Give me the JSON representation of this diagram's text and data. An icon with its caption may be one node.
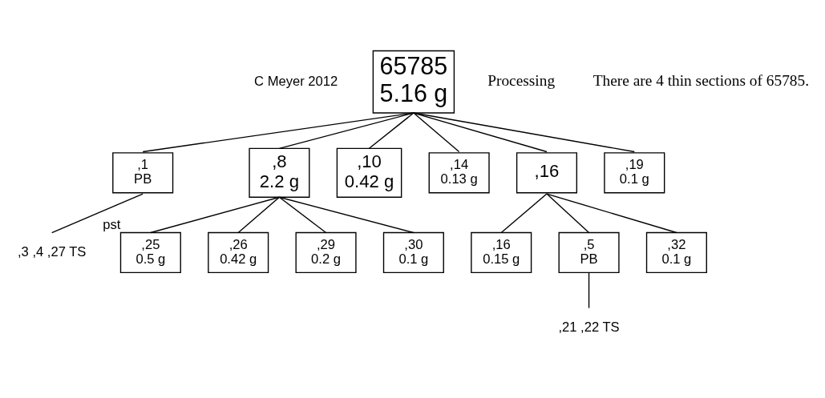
{
  "diagram": {
    "nodes": [
      {
        "text": [
          "65785",
          "5.16 g"
        ]
      },
      {
        "text": [
          ",1",
          "PB"
        ]
      },
      {
        "text": [
          ",8",
          "2.2 g"
        ]
      },
      {
        "text": [
          ",10",
          "0.42 g"
        ]
      },
      {
        "text": [
          ",14",
          "0.13 g"
        ]
      },
      {
        "text": [
          ",16"
        ]
      },
      {
        "text": [
          ",19",
          "0.1 g"
        ]
      },
      {
        "text": [
          ",3 ,4 ,27 TS"
        ]
      },
      {
        "text": [
          ",25",
          "0.5 g"
        ],
        "beside": [
          "pst"
        ]
      },
      {
        "text": [
          ",26",
          "0.42 g"
        ]
      },
      {
        "text": [
          ",29",
          "0.2 g"
        ]
      },
      {
        "text": [
          ",30",
          "0.1 g"
        ]
      },
      {
        "text": [
          ",16",
          "0.15 g"
        ]
      },
      {
        "text": [
          ",5",
          "PB"
        ]
      },
      {
        "text": [
          ",32",
          "0.1 g"
        ]
      },
      {
        "text": [
          ",21 ,22 TS"
        ]
      }
    ],
    "edges": [
      {
        "from": 0,
        "to": 1,
        "arrow": "none"
      },
      {
        "from": 0,
        "to": 2,
        "arrow": "none"
      },
      {
        "from": 0,
        "to": 3,
        "arrow": "none"
      },
      {
        "from": 0,
        "to": 4,
        "arrow": "none"
      },
      {
        "from": 0,
        "to": 5,
        "arrow": "none"
      },
      {
        "from": 0,
        "to": 6,
        "arrow": "none"
      },
      {
        "from": 1,
        "to": 7,
        "arrow": "none"
      },
      {
        "from": 2,
        "to": 8,
        "arrow": "none"
      },
      {
        "from": 2,
        "to": 9,
        "arrow": "none"
      },
      {
        "from": 2,
        "to": 10,
        "arrow": "none"
      },
      {
        "from": 2,
        "to": 11,
        "arrow": "none"
      },
      {
        "from": 5,
        "to": 12,
        "arrow": "none"
      },
      {
        "from": 5,
        "to": 13,
        "arrow": "none"
      },
      {
        "from": 5,
        "to": 14,
        "arrow": "none"
      },
      {
        "from": 13,
        "to": 15,
        "arrow": "none"
      }
    ],
    "labels": [
      "C Meyer 2012",
      "Processing",
      "There are 4 thin sections of 65785."
    ]
  }
}
